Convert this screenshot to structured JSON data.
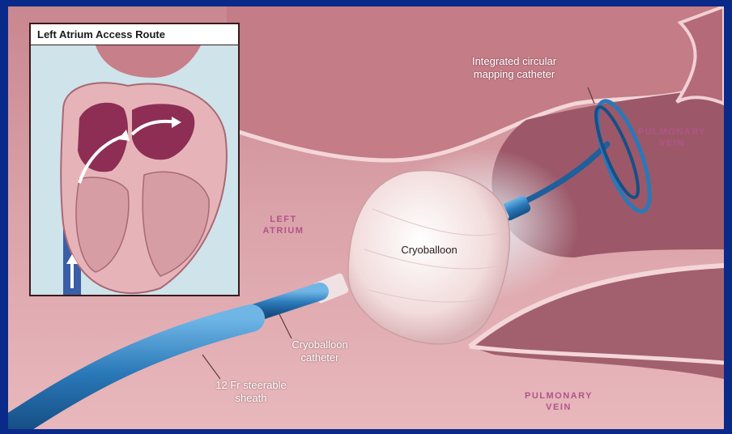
{
  "inset": {
    "title": "Left Atrium Access Route"
  },
  "labels": {
    "mapping_catheter": "Integrated circular\nmapping catheter",
    "cryoballoon": "Cryoballoon",
    "cryoballoon_catheter": "Cryoballoon\ncatheter",
    "steerable_sheath": "12 Fr steerable\nsheath"
  },
  "regions": {
    "pulmonary_vein_upper": "PULMONARY\nVEIN",
    "left_atrium": "LEFT\nATRIUM",
    "pulmonary_vein_lower": "PULMONARY\nVEIN"
  },
  "colors": {
    "frame": "#0a2a8a",
    "tissue": "#d9a0a8",
    "catheter_blue": "#2a78b8",
    "balloon": "#f3dede",
    "region_label": "#b0548a"
  }
}
